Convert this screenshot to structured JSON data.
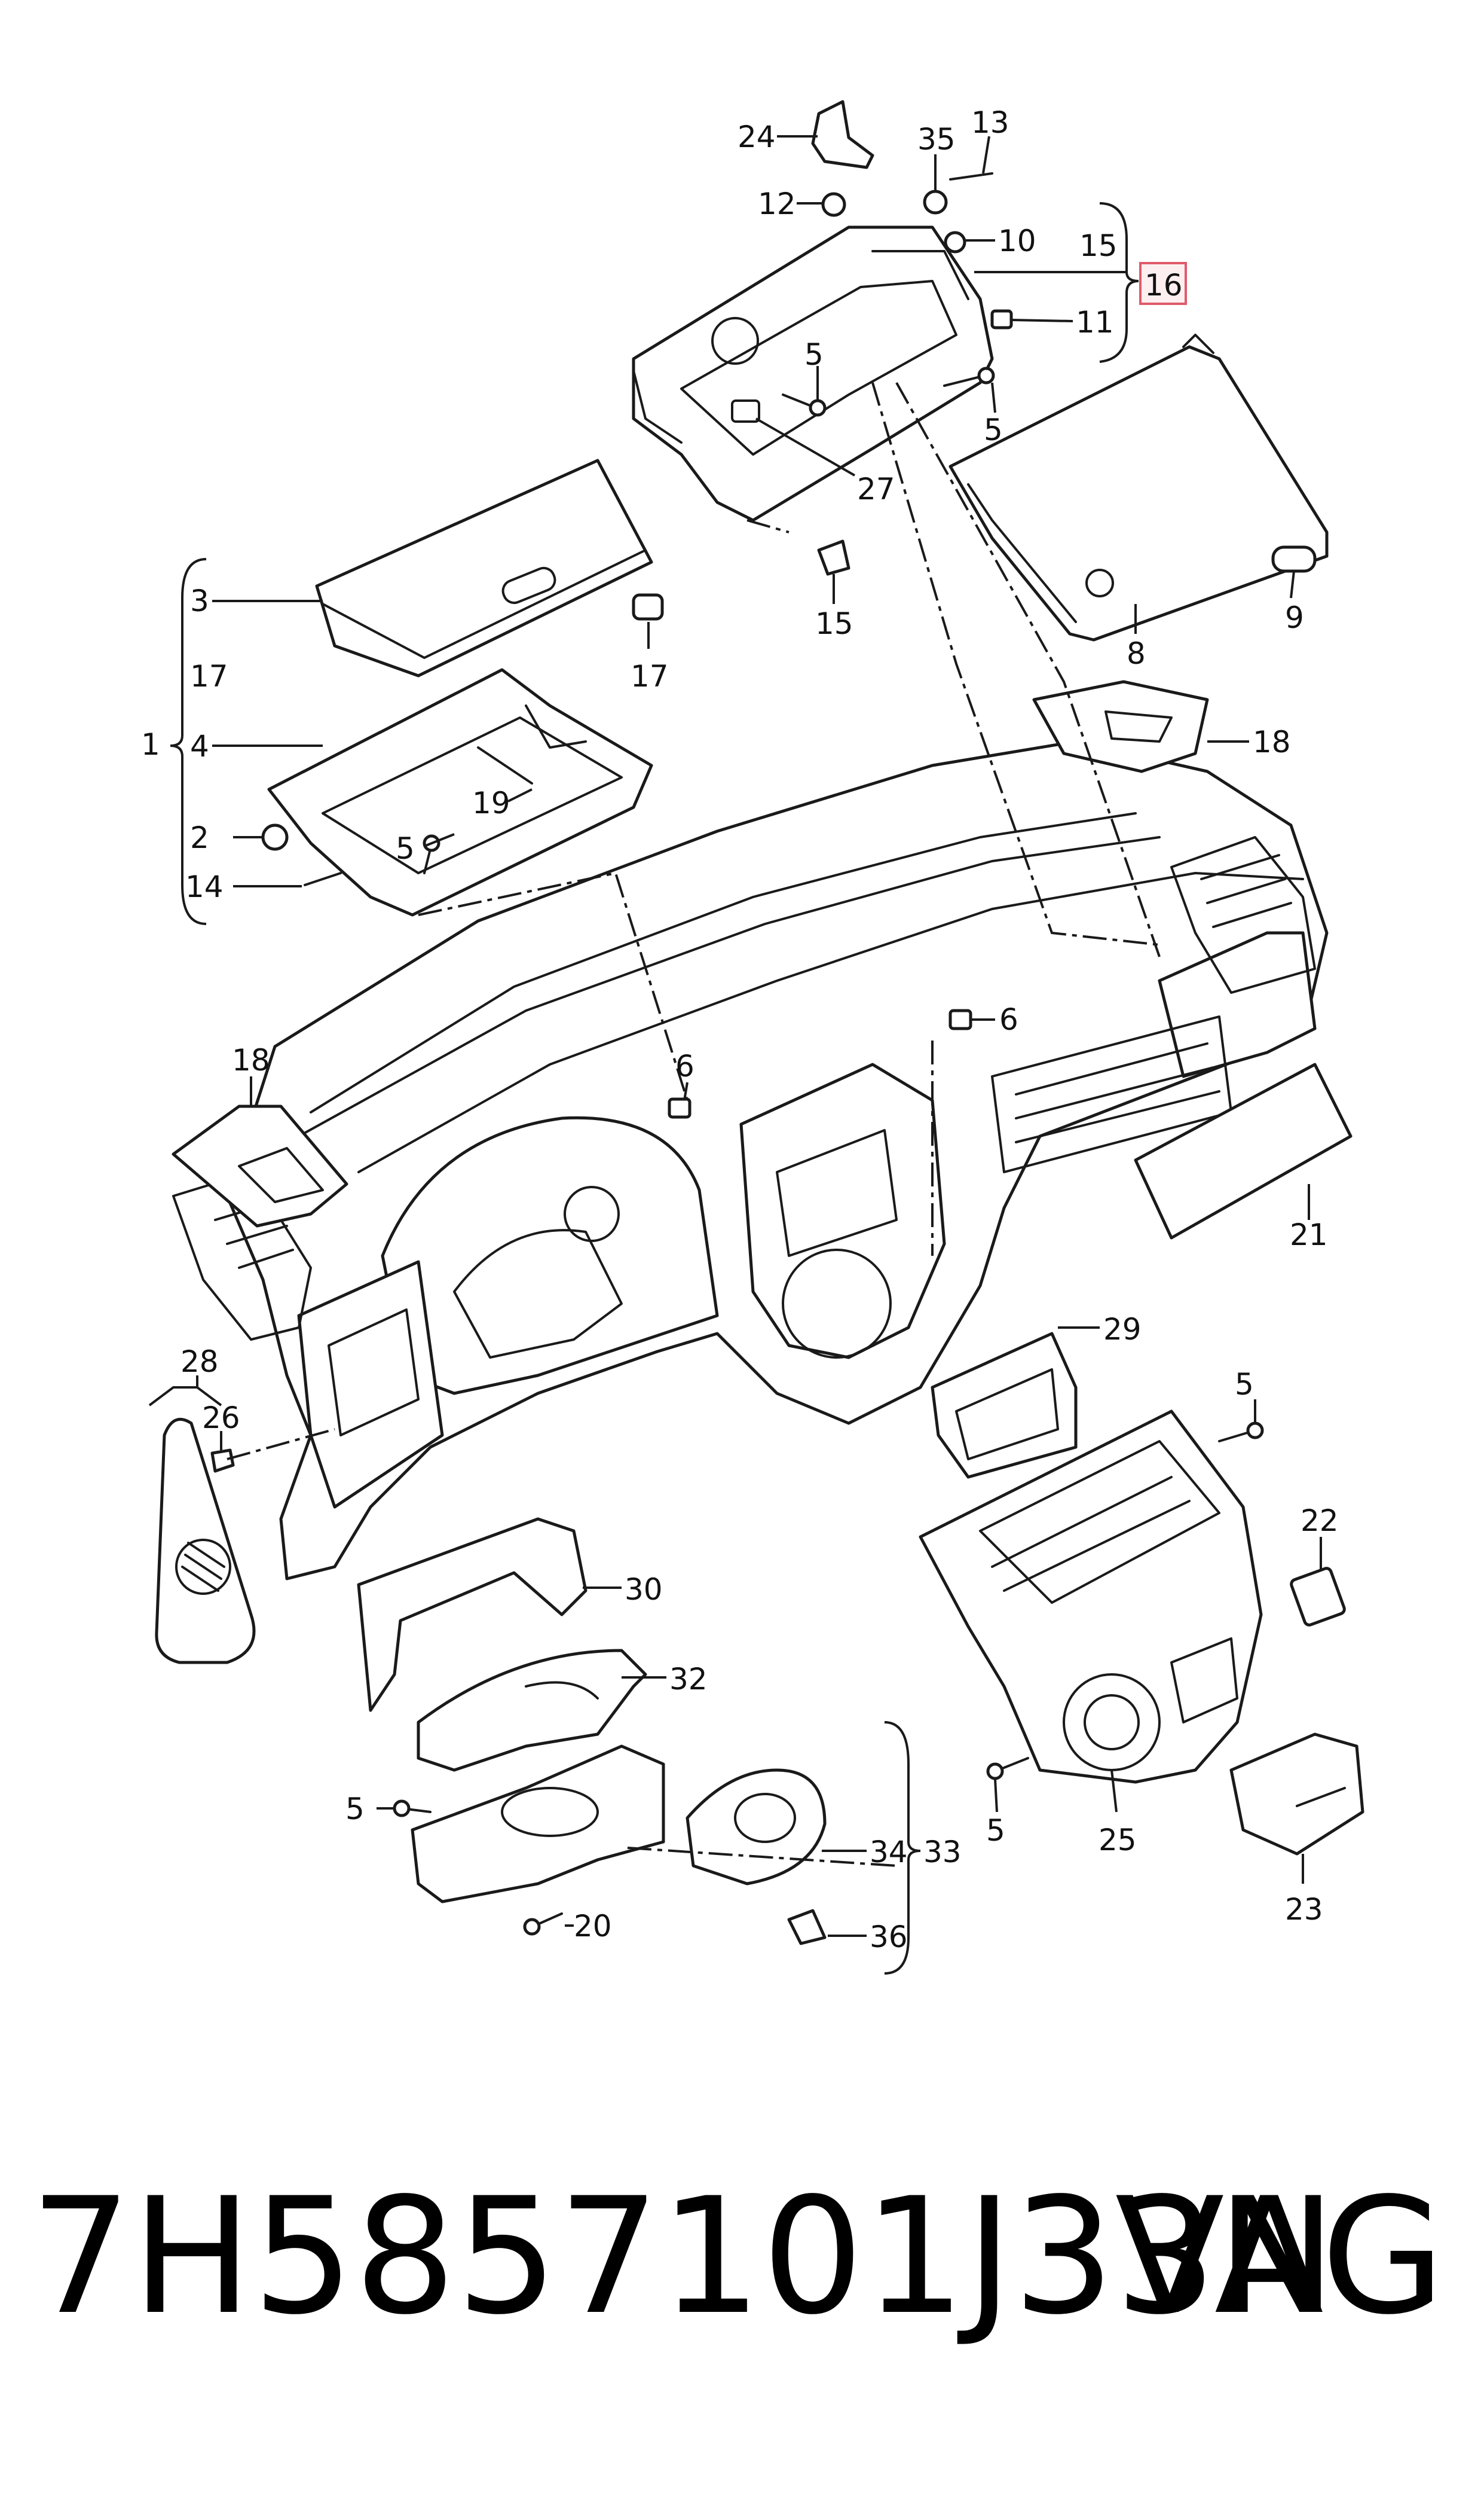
{
  "callouts": {
    "c1": "1",
    "c2": "2",
    "c3": "3",
    "c4": "4",
    "c5a": "5",
    "c5b": "5",
    "c5c": "5",
    "c5d": "5",
    "c5e": "5",
    "c5f": "5",
    "c6a": "6",
    "c6b": "6",
    "c8": "8",
    "c9": "9",
    "c10": "10",
    "c11": "11",
    "c12": "12",
    "c13": "13",
    "c14": "14",
    "c15a": "15",
    "c15b": "15",
    "c16": "16",
    "c17a": "17",
    "c17b": "17",
    "c18a": "18",
    "c18b": "18",
    "c19": "19",
    "c20": "20",
    "c21": "21",
    "c22": "22",
    "c23": "23",
    "c24": "24",
    "c25": "25",
    "c26": "26",
    "c27": "27",
    "c28": "28",
    "c29": "29",
    "c30": "30",
    "c32": "32",
    "c33": "33",
    "c34": "34",
    "c35": "35",
    "c36": "36"
  },
  "highlight_color": "#e05a6a",
  "footer": {
    "part_number": "7H5857101J33N",
    "brand": "VAG"
  }
}
